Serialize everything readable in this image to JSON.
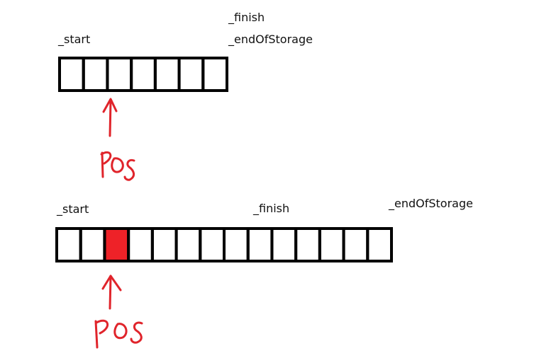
{
  "diagram1": {
    "labels": {
      "start": "_start",
      "finish": "_finish",
      "end_of_storage": "_endOfStorage"
    },
    "cell_count": 7,
    "pointer_label": "pos"
  },
  "diagram2": {
    "labels": {
      "start": "_start",
      "finish": "_finish",
      "end_of_storage": "_endOfStorage"
    },
    "cell_count": 14,
    "highlighted_cell_index": 2,
    "pointer_label": "pos"
  },
  "colors": {
    "outline": "#000000",
    "annotation": "#e0242b",
    "highlight": "#ee2228",
    "label_text": "#111111"
  }
}
